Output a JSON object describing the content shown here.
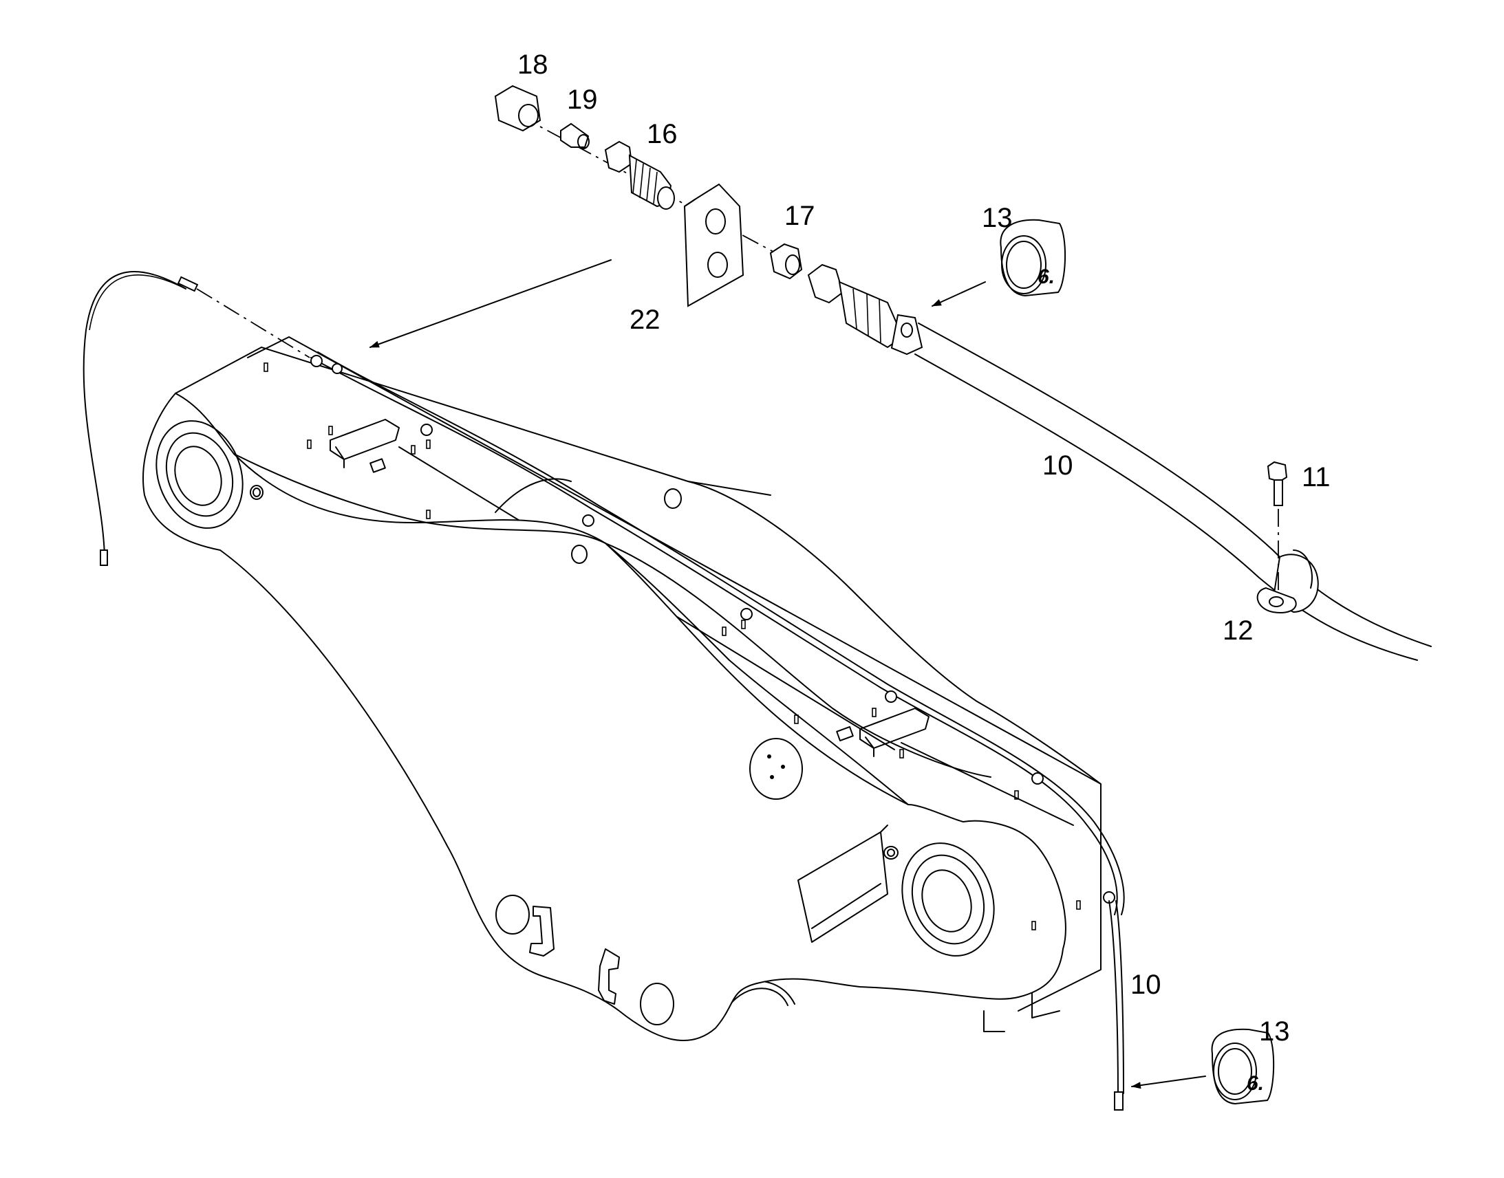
{
  "callouts": {
    "c18": "18",
    "c19": "19",
    "c16": "16",
    "c17": "17",
    "c13_top": "13",
    "c22": "22",
    "c10_top": "10",
    "c11": "11",
    "c12": "12",
    "c10_bottom": "10",
    "c13_bottom": "13"
  },
  "cap_marking": {
    "top": "6.",
    "bottom": "6."
  }
}
